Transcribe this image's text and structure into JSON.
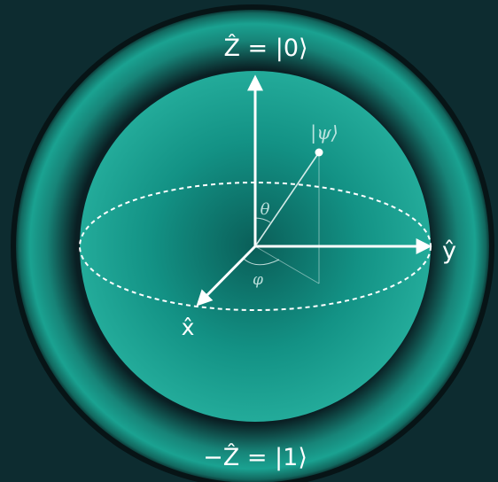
{
  "labels": {
    "z_top": "Ẑ = |0⟩",
    "z_bottom": "−Ẑ = |1⟩",
    "y_axis": "ŷ",
    "x_axis": "x̂",
    "psi": "|ψ⟩",
    "theta": "θ",
    "phi": "φ"
  },
  "colors": {
    "background": "#0d2c30",
    "sphere": "#1fa393",
    "arrow": "#ffffff"
  }
}
